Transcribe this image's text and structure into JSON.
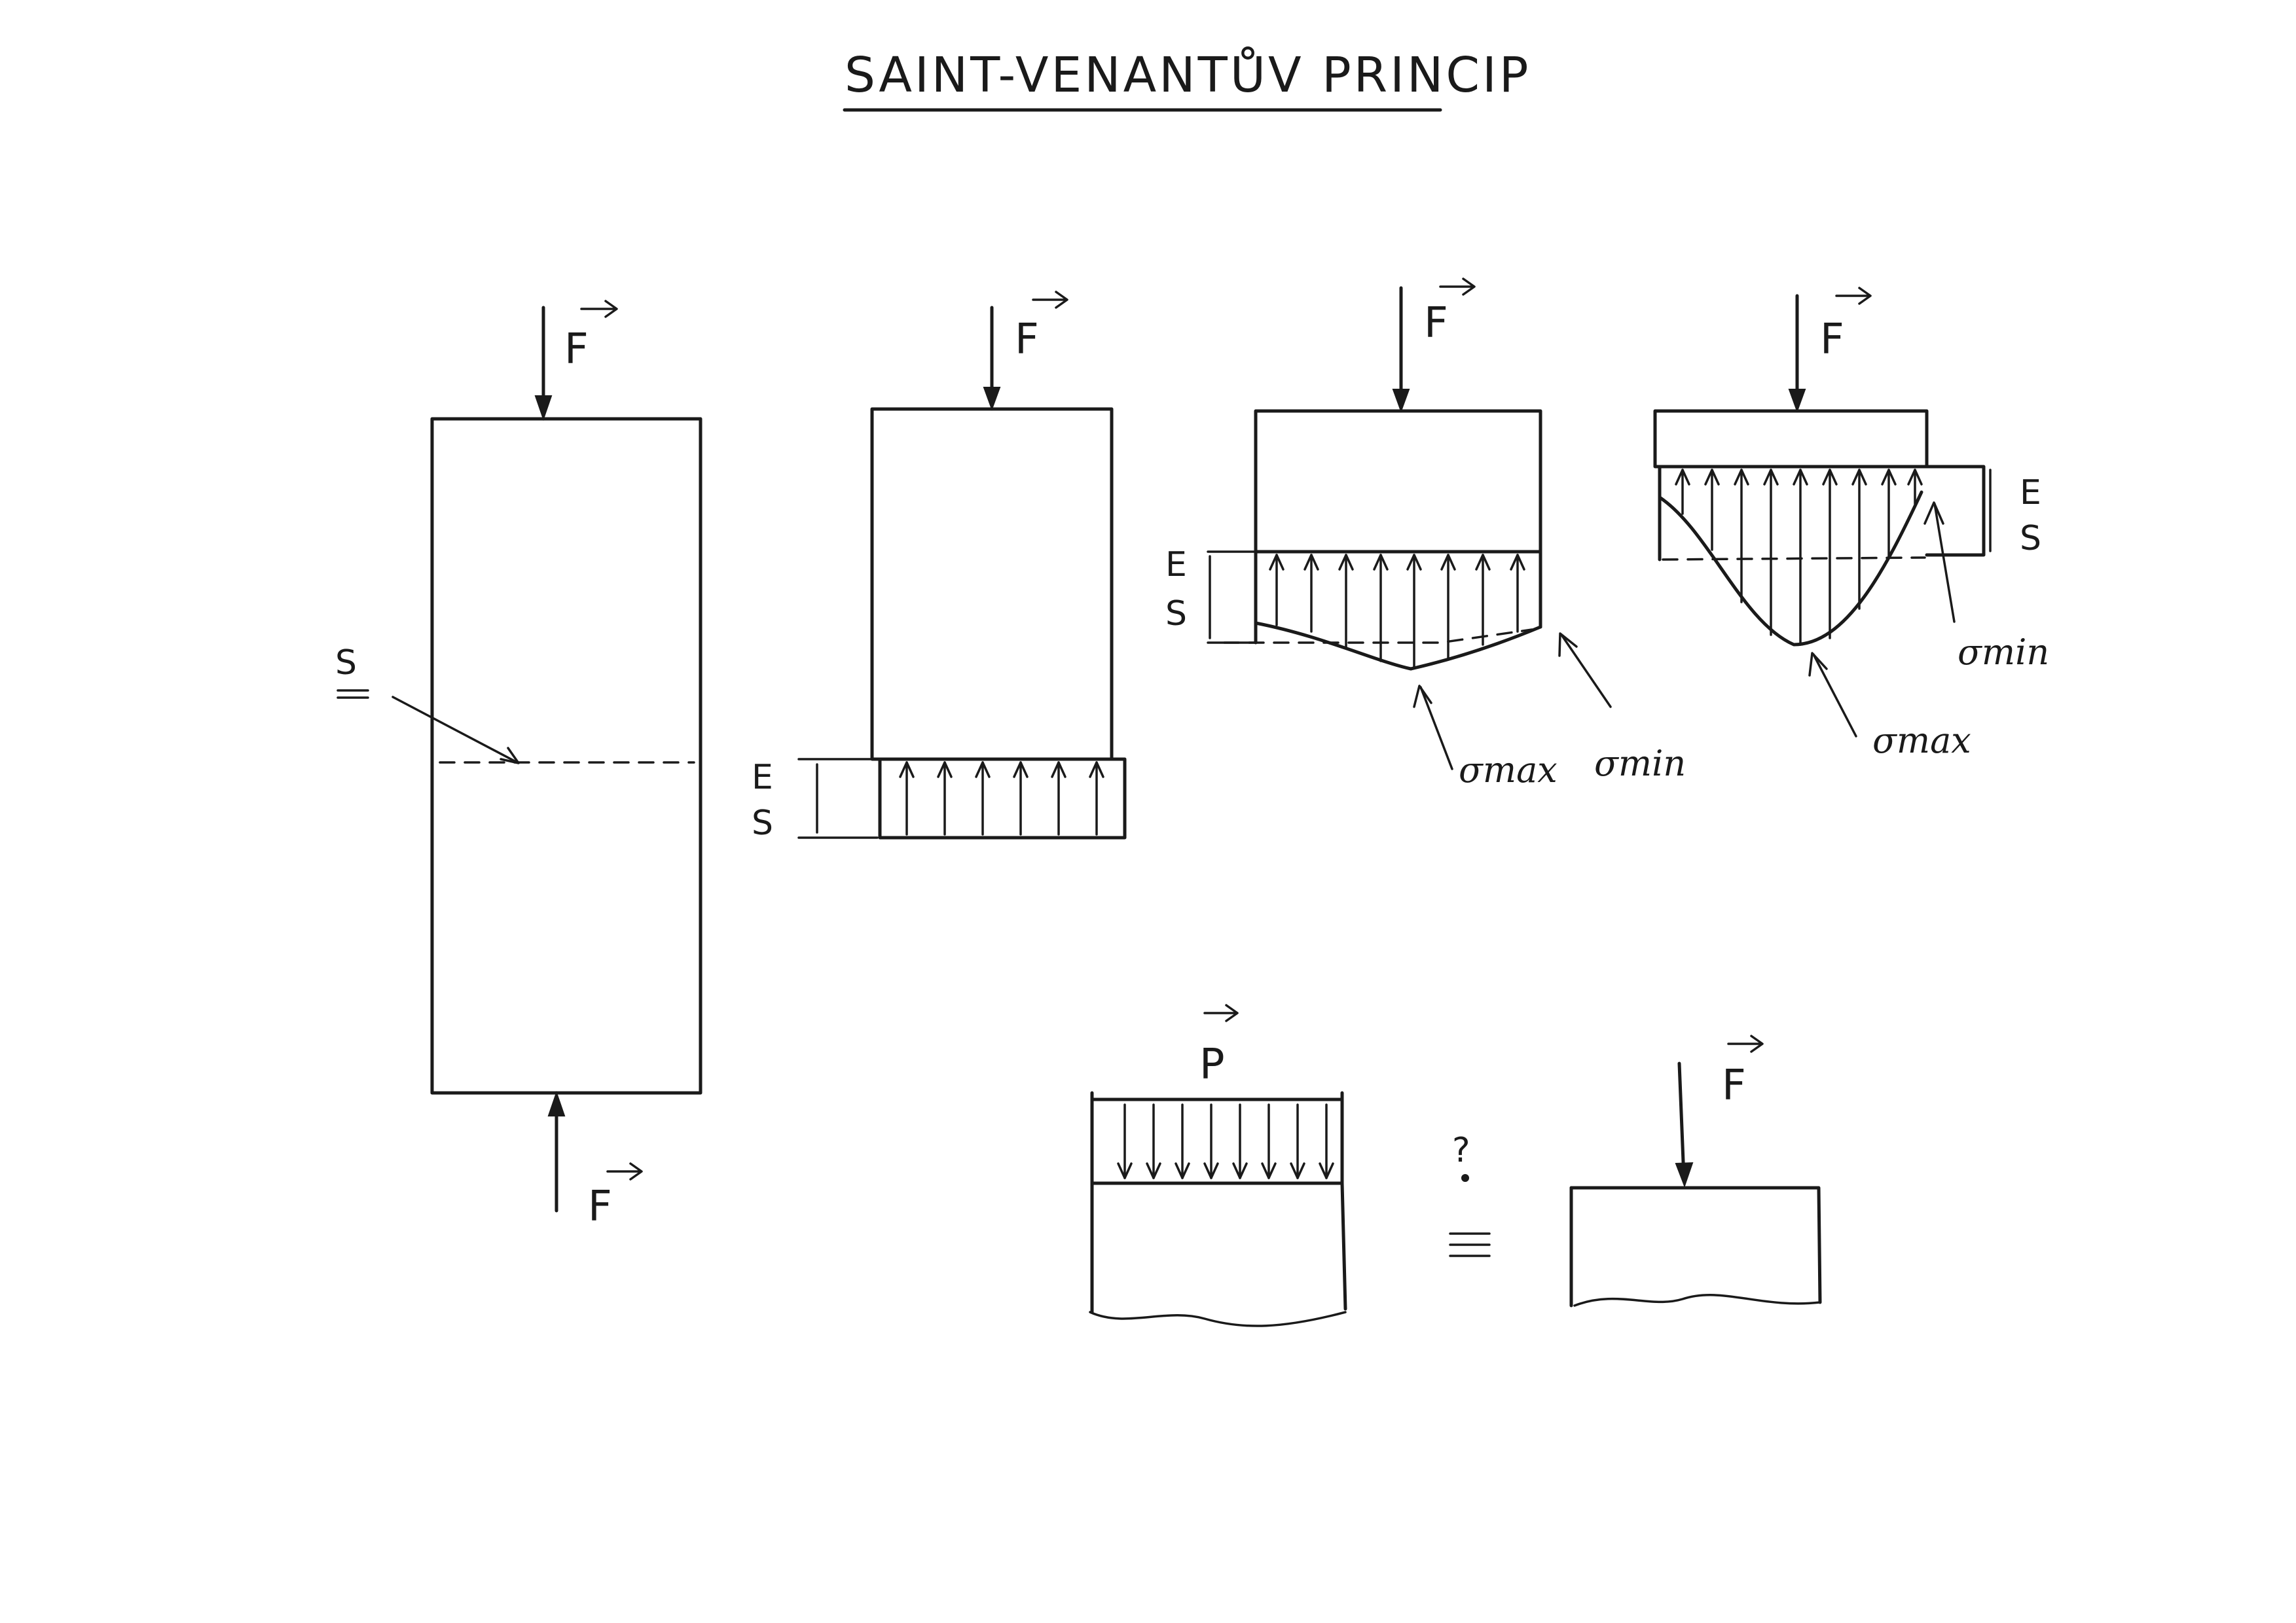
{
  "title": "SAINT-VENANTŮV PRINCIP",
  "colors": {
    "ink": "#1a1a1a",
    "paper": "#ffffff"
  },
  "labels": {
    "force": "F",
    "pressure": "P",
    "section": "S",
    "es_top": "E",
    "es_bottom": "S",
    "sigma_max": "σmax",
    "sigma_min": "σmin",
    "question": "?",
    "equiv": "≡"
  },
  "icons": {
    "vector_arrow": "vector-arrow-icon",
    "force_arrow": "force-arrow-icon"
  }
}
